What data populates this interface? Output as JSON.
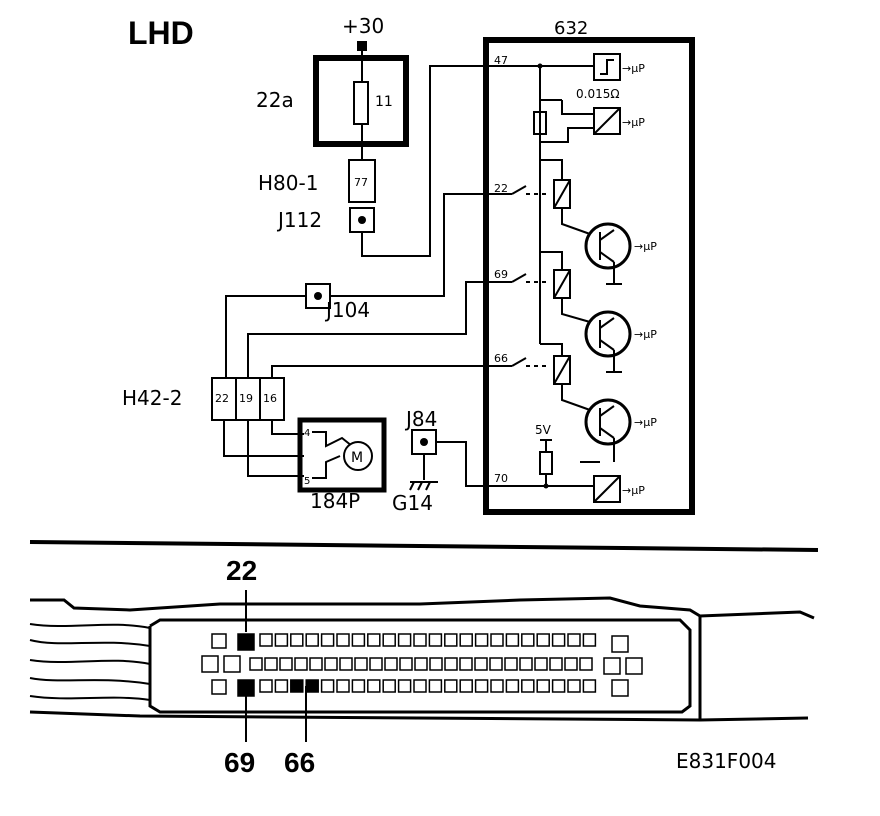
{
  "title": "LHD",
  "supply": "+30",
  "fuse_box": {
    "name": "22a",
    "fuse": "11"
  },
  "connectors": {
    "h80": {
      "name": "H80-1",
      "pin": "77"
    },
    "j112": "J112",
    "j104": "J104",
    "h42": {
      "name": "H42-2",
      "pins": [
        "22",
        "19",
        "16"
      ]
    },
    "j84": "J84",
    "g14": "G14"
  },
  "motor": {
    "name": "184P",
    "pin_top": "4",
    "pin_bottom": "5",
    "symbol": "M"
  },
  "ecu": {
    "name": "632",
    "pins": [
      "47",
      "22",
      "69",
      "66",
      "70"
    ],
    "resistor_value": "0.015Ω",
    "supply_5v": "5V",
    "uP_label": "→μP"
  },
  "connector_view": {
    "pin_labels": {
      "top": "22",
      "bottom_left": "69",
      "bottom_right": "66"
    }
  },
  "figure_code": "E831F004",
  "icons": [
    "motor-icon",
    "schmitt-trigger-icon",
    "ad-converter-icon",
    "transistor-icon",
    "ground-icon",
    "resistor-icon",
    "fuse-icon"
  ]
}
